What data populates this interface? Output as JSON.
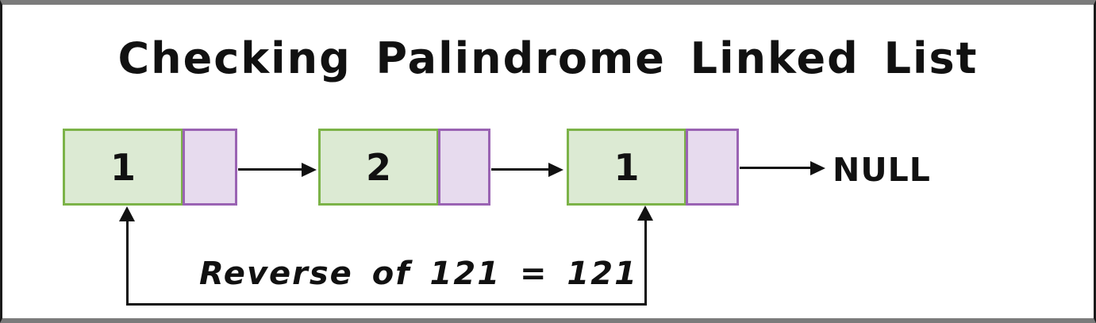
{
  "title": "Checking Palindrome Linked List",
  "list": {
    "nodes": [
      {
        "value": "1"
      },
      {
        "value": "2"
      },
      {
        "value": "1"
      }
    ],
    "terminator": "NULL"
  },
  "annotation": {
    "text": "Reverse of 121 = 121"
  },
  "colors": {
    "node_data_fill": "#dcead3",
    "node_data_border": "#7cb348",
    "node_pointer_fill": "#e7dbee",
    "node_pointer_border": "#9a63b3",
    "arrow": "#111111",
    "frame_top_bottom": "#7b7b7b",
    "frame_left_right": "#1a1a1a",
    "background": "#ffffff",
    "text": "#111111"
  }
}
